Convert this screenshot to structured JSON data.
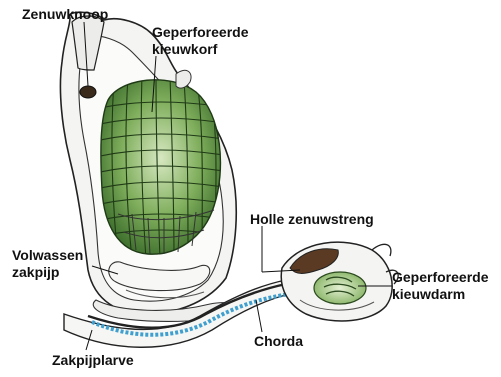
{
  "labels": {
    "zenuwknoop": "Zenuwknoop",
    "kieuwkorf_line1": "Geperforeerde",
    "kieuwkorf_line2": "kieuwkorf",
    "holle_zenuwstreng": "Holle zenuwstreng",
    "volwassen_line1": "Volwassen",
    "volwassen_line2": "zakpijp",
    "kieuwdarm_line1": "Geperforeerde",
    "kieuwdarm_line2": "kieuwdarm",
    "chorda": "Chorda",
    "zakpijplarve": "Zakpijplarve"
  },
  "colors": {
    "basket_green": "#4f8a3c",
    "basket_light": "#cfe2b8",
    "notochord_blue": "#3f9fcf",
    "brain_brown": "#5a3a22",
    "outline": "#222222"
  }
}
